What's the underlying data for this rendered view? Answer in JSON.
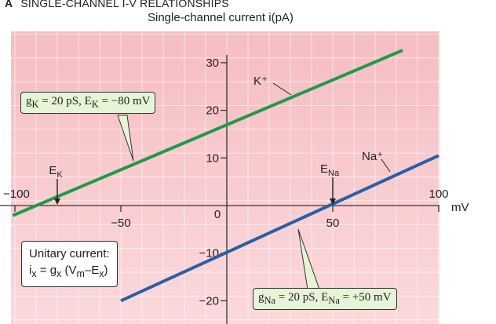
{
  "panel": {
    "letter": "A",
    "title": "SINGLE-CHANNEL I-V RELATIONSHIPS"
  },
  "colors": {
    "bg_top": "#f5bdc2",
    "bg_bottom": "#fbd9db",
    "grid": "#ffffff",
    "k_line": "#1f9a4a",
    "na_line": "#2a5ea8",
    "axis": "#333333",
    "callout_fill": "#e6f5d6"
  },
  "chart_data": {
    "type": "line",
    "y_axis_title": "Single-channel current i(pA)",
    "x_unit": "mV",
    "xlim": [
      -100,
      100
    ],
    "ylim": [
      -24,
      36
    ],
    "grid": true,
    "x_ticks": [
      -100,
      -50,
      0,
      50,
      100
    ],
    "x_tick_labels": [
      "−100",
      "−50",
      "0",
      "50",
      "100"
    ],
    "y_ticks": [
      -20,
      -10,
      10,
      20,
      30
    ],
    "y_tick_labels": [
      "−20",
      "−10",
      "10",
      "20",
      "30"
    ],
    "series": [
      {
        "name": "K⁺",
        "color": "#1f9a4a",
        "x": [
          -101,
          83
        ],
        "y": [
          -2.1,
          32.6
        ]
      },
      {
        "name": "Na⁺",
        "color": "#2a5ea8",
        "x": [
          -50,
          100
        ],
        "y": [
          -20,
          10.5
        ]
      }
    ],
    "annotations": [
      {
        "label": "E",
        "sub": "K",
        "x": -80
      },
      {
        "label": "E",
        "sub": "Na",
        "x": 50
      }
    ]
  },
  "callouts": {
    "k": "g<sub>K</sub> = 20 pS, E<sub>K</sub> = −80 mV",
    "na": "g<sub>Na</sub> = 20 pS, E<sub>Na</sub> = +50 mV"
  },
  "info_box": {
    "line1": "Unitary current:",
    "line2": "i<sub>x</sub> = g<sub>x</sub> (V<sub>m</sub>–E<sub>x</sub>)"
  }
}
